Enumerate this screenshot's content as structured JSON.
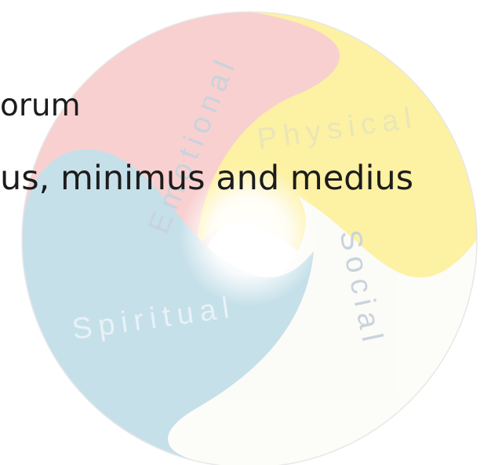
{
  "wheel": {
    "segments": [
      {
        "label": "Emotional",
        "color": "#f8c9c9"
      },
      {
        "label": "Physical",
        "color": "#fdf29a"
      },
      {
        "label": "Social",
        "color": "#ffffff"
      },
      {
        "label": "Spiritual",
        "color": "#b8d9e6"
      }
    ],
    "label_color": "#c9d3dd",
    "center_color": "#ffffff"
  },
  "text": {
    "line1": "orum",
    "line2": "us, minimus and medius"
  }
}
